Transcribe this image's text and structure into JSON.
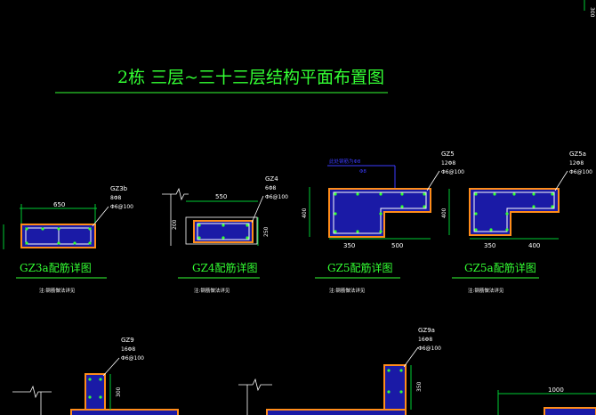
{
  "title": "2栋 三层~三十三层结构平面布置图",
  "corner_mark": "300",
  "colors": {
    "background": "#000000",
    "text_green": "#33ff33",
    "dim_green": "#00cc33",
    "column_fill": "#1a1aa6",
    "column_edge": "#ff8c1a",
    "rebar": "#ffffff",
    "leader_blue": "#3b3bff"
  },
  "details": [
    {
      "label": "GZ3a配筋详图",
      "note": "注:钢筋做法详见",
      "tag": {
        "name": "GZ3b",
        "bars": "8Φ8",
        "stirrup": "Φ6@100"
      },
      "dims": [
        "650"
      ]
    },
    {
      "label": "GZ4配筋详图",
      "note": "注:钢筋做法详见",
      "tag": {
        "name": "GZ4",
        "bars": "6Φ8",
        "stirrup": "Φ6@100"
      },
      "dims": [
        "550",
        "200",
        "250"
      ]
    },
    {
      "label": "GZ5配筋详图",
      "note": "注:钢筋做法详见",
      "tag": {
        "name": "GZ5",
        "bars": "12Φ8",
        "stirrup": "Φ6@100"
      },
      "callout": "此处钢筋为Φ8",
      "callout2": "Φ8",
      "dims": [
        "350",
        "500",
        "400"
      ]
    },
    {
      "label": "GZ5a配筋详图",
      "note": "注:钢筋做法详见",
      "tag": {
        "name": "GZ5a",
        "bars": "12Φ8",
        "stirrup": "Φ6@100"
      },
      "dims": [
        "350",
        "400",
        "400"
      ]
    }
  ],
  "lower": [
    {
      "tag": {
        "name": "GZ9",
        "bars": "16Φ8",
        "stirrup": "Φ6@100"
      },
      "dims": [
        "300"
      ]
    },
    {
      "tag": {
        "name": "GZ9a",
        "bars": "16Φ8",
        "stirrup": "Φ6@100"
      },
      "dims": [
        "350"
      ]
    },
    {
      "dims": [
        "1000"
      ]
    }
  ]
}
